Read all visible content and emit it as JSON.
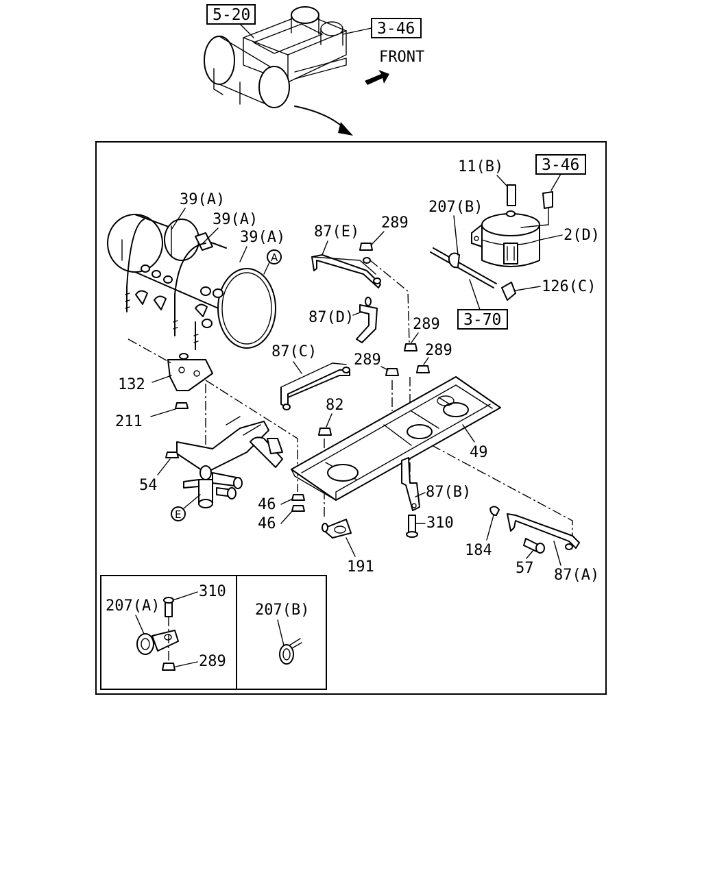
{
  "top_refs": {
    "ref_5_20": "5-20",
    "ref_3_46": "3-46",
    "front": "FRONT"
  },
  "main_refs": {
    "ref_3_46": "3-46",
    "ref_3_70": "3-70"
  },
  "parts": {
    "p39a_1": "39(A)",
    "p39a_2": "39(A)",
    "p39a_3": "39(A)",
    "p87e": "87(E)",
    "p289_a": "289",
    "p207b": "207(B)",
    "p11b": "11(B)",
    "p2d": "2(D)",
    "p126c": "126(C)",
    "p87d": "87(D)",
    "p289_b": "289",
    "p87c": "87(C)",
    "p289_c": "289",
    "p289_d": "289",
    "p132": "132",
    "p211": "211",
    "p82": "82",
    "p49": "49",
    "p54": "54",
    "p87b": "87(B)",
    "p46_a": "46",
    "p46_b": "46",
    "p310": "310",
    "p184": "184",
    "p191": "191",
    "p57": "57",
    "p87a": "87(A)"
  },
  "circles": {
    "a": "A",
    "e": "E"
  },
  "inset_left": {
    "p207a": "207(A)",
    "p310": "310",
    "p289": "289"
  },
  "inset_right": {
    "p207b": "207(B)"
  },
  "icons": [
    "front-arrow-icon"
  ]
}
